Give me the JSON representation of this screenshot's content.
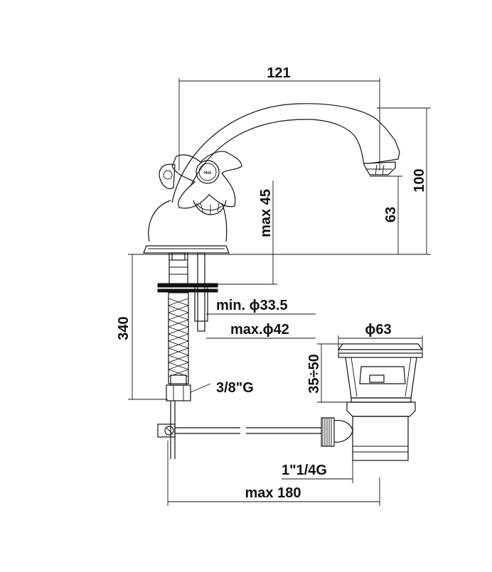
{
  "drawing": {
    "handle_label": "Hot",
    "dimensions": {
      "spout_reach": "121",
      "total_height": "100",
      "spout_height": "63",
      "max_deck_thickness": "max 45",
      "min_hole": "min. ϕ33.5",
      "max_hole": "max.ϕ42",
      "hose_length": "340",
      "hose_thread": "3/8\"G",
      "waste_diameter": "ϕ63",
      "waste_depth": "35÷50",
      "waste_thread": "1\"1/4G",
      "pull_rod_length": "max 180"
    }
  }
}
